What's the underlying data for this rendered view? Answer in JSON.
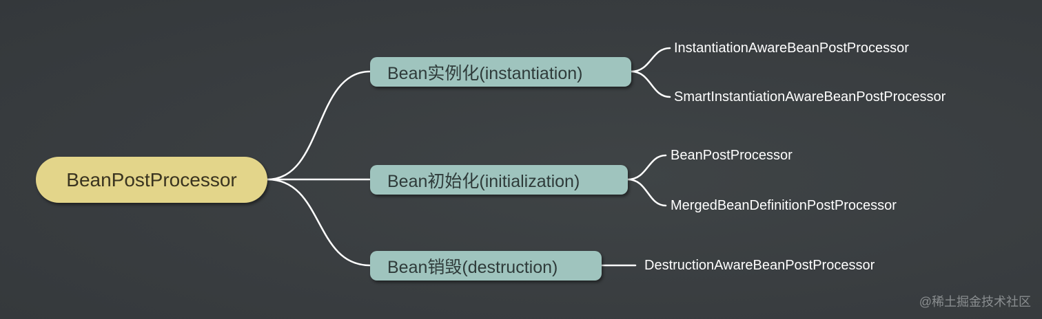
{
  "root": {
    "label": "BeanPostProcessor"
  },
  "branches": [
    {
      "label": "Bean实例化(instantiation)",
      "children": [
        "InstantiationAwareBeanPostProcessor",
        "SmartInstantiationAwareBeanPostProcessor"
      ]
    },
    {
      "label": "Bean初始化(initialization)",
      "children": [
        "BeanPostProcessor",
        "MergedBeanDefinitionPostProcessor"
      ]
    },
    {
      "label": "Bean销毁(destruction)",
      "children": [
        "DestructionAwareBeanPostProcessor"
      ]
    }
  ],
  "watermark": "@稀土掘金技术社区",
  "colors": {
    "background": "#393d40",
    "root_fill": "#e3d58a",
    "branch_fill": "#9fc4be",
    "connector": "#ffffff",
    "leaf_text": "#ffffff"
  }
}
